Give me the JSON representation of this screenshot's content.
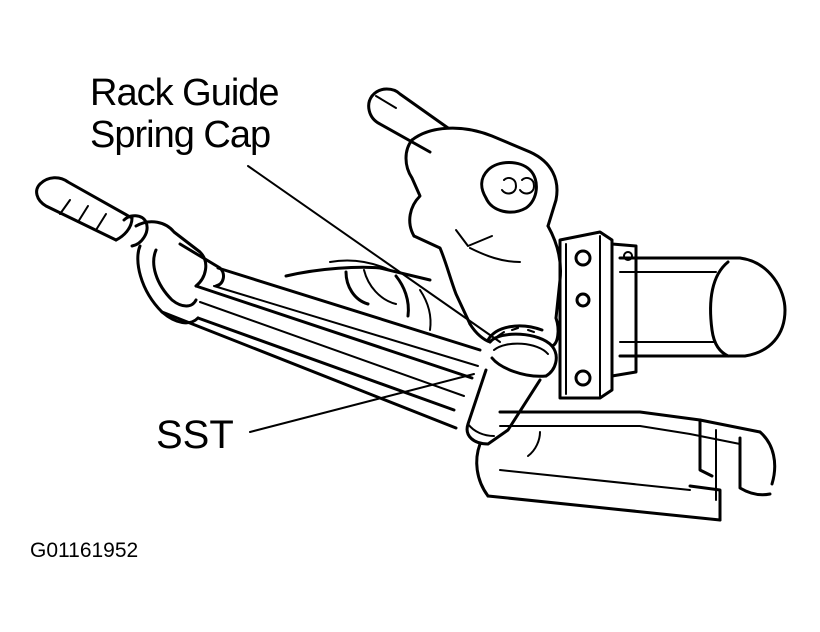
{
  "labels": {
    "rack_guide_spring_cap_line1": "Rack Guide",
    "rack_guide_spring_cap_line2": "Spring Cap",
    "sst": "SST",
    "figure_code": "G01161952"
  },
  "colors": {
    "ink": "#000000",
    "paper": "#ffffff"
  }
}
